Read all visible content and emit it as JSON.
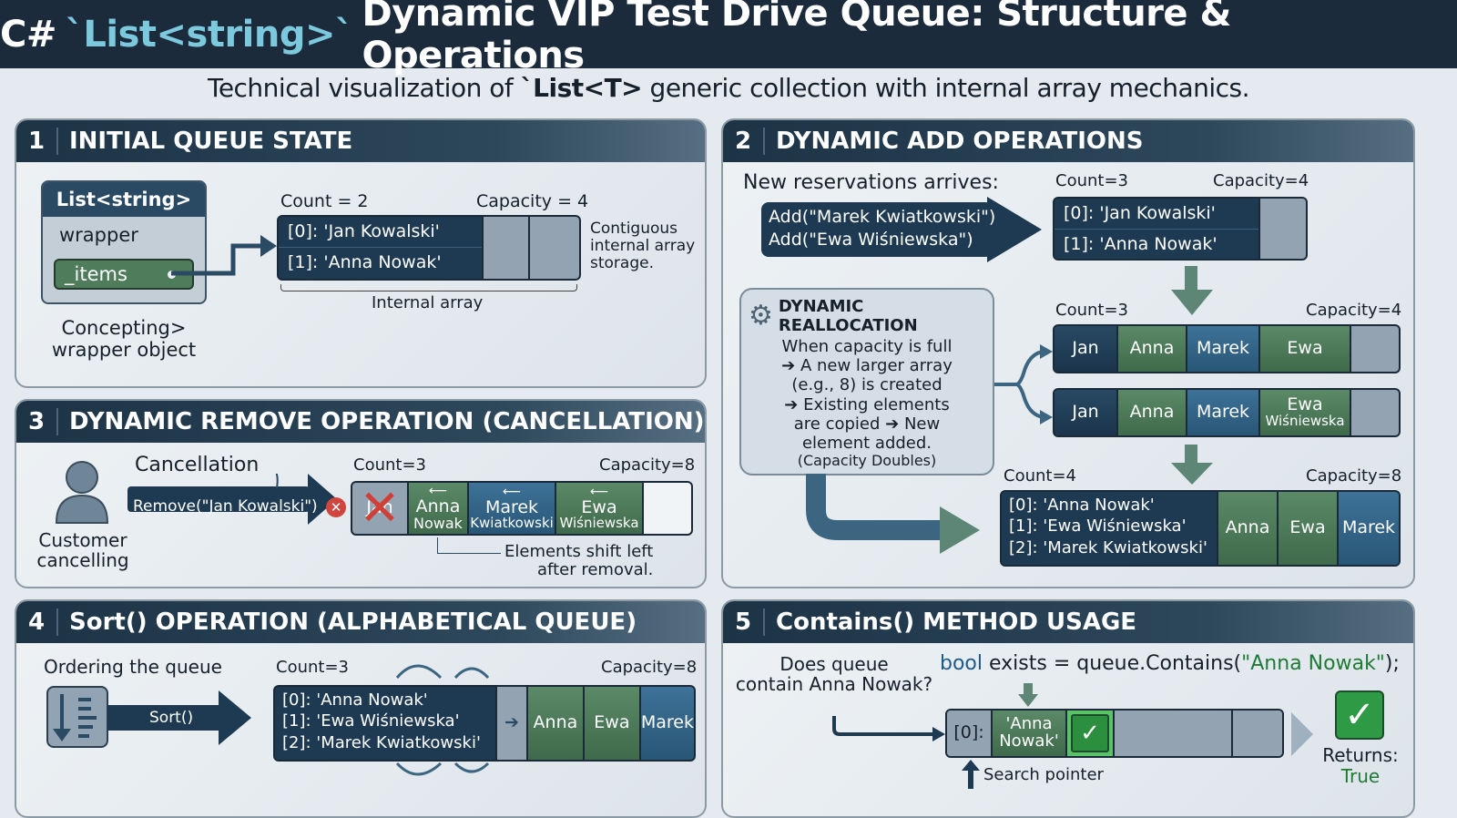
{
  "header": {
    "title_prefix": "C#",
    "title_accent": "`List<string>`",
    "title_rest": "Dynamic VIP Test Drive Queue: Structure & Operations",
    "subtitle_pre": "Technical visualization of",
    "subtitle_bold": "`List<T>",
    "subtitle_post": "generic collection with internal array mechanics."
  },
  "panel1": {
    "num": "1",
    "title": "INITIAL QUEUE STATE",
    "wrapper_title": "List<string>",
    "wrapper_label": "wrapper",
    "items_label": "_items",
    "wrapper_caption_1": "Concepting>",
    "wrapper_caption_2": "wrapper object",
    "count": "Count = 2",
    "capacity": "Capacity = 4",
    "rows": [
      "[0]:  'Jan Kowalski'",
      "[1]:  'Anna Nowak'"
    ],
    "brace_note": [
      "Contiguous",
      "internal array",
      "storage."
    ],
    "array_caption": "Internal array"
  },
  "panel2": {
    "num": "2",
    "title": "DYNAMIC ADD OPERATIONS",
    "intro": "New reservations arrives:",
    "add_calls": [
      "Add(\"Marek Kwiatkowski\")",
      "Add(\"Ewa Wiśniewska\")"
    ],
    "top_count": "Count=3",
    "top_capacity": "Capacity=4",
    "top_rows": [
      "[0]:  'Jan Kowalski'",
      "[1]:  'Anna Nowak'"
    ],
    "realloc_title": "DYNAMIC REALLOCATION",
    "realloc_lines": [
      "When capacity is full",
      "➔ A new larger array",
      "(e.g., 8) is created",
      "➔ Existing elements",
      "are copied ➔ New",
      "element added.",
      "(Capacity Doubles)"
    ],
    "mid_count": "Count=3",
    "mid_capacity": "Capacity=4",
    "row_a": [
      "Jan",
      "Anna",
      "Marek",
      "Ewa"
    ],
    "row_b": [
      "Jan",
      "Anna",
      "Marek",
      "Ewa",
      "Wiśniewska"
    ],
    "bottom_count": "Count=4",
    "bottom_capacity": "Capacity=8",
    "bottom_rows": [
      "[0]: 'Anna Nowak'",
      "[1]: 'Ewa Wiśniewska'",
      "[2]: 'Marek Kwiatkowski'"
    ],
    "bottom_cells": [
      "Anna",
      "Ewa",
      "Marek"
    ]
  },
  "panel3": {
    "num": "3",
    "title": "DYNAMIC REMOVE OPERATION (CANCELLATION)",
    "person_caption": [
      "Customer",
      "cancelling"
    ],
    "cancellation": "Cancellation",
    "remove_call": "Remove(\"Jan Kowalski\")",
    "count": "Count=3",
    "capacity": "Capacity=8",
    "cells": [
      "Jan",
      "Anna",
      "Nowak",
      "Marek",
      "Kwiatkowski",
      "Ewa",
      "Wiśniewska"
    ],
    "shift_note": [
      "Elements shift left",
      "after removal."
    ]
  },
  "panel4": {
    "num": "4",
    "title": "Sort() OPERATION (ALPHABETICAL QUEUE)",
    "intro": "Ordering the queue",
    "sort_call": "Sort()",
    "count": "Count=3",
    "capacity": "Capacity=8",
    "rows": [
      "[0]: 'Anna Nowak'",
      "[1]: 'Ewa Wiśniewska'",
      "[2]: 'Marek Kwiatkowski'"
    ],
    "cells": [
      "Anna",
      "Ewa",
      "Marek"
    ]
  },
  "panel5": {
    "num": "5",
    "title": "Contains() METHOD USAGE",
    "question": [
      "Does queue",
      "contain Anna Nowak?"
    ],
    "code_kw": "bool",
    "code_mid": " exists = queue.Contains(",
    "code_str": "\"Anna Nowak\"",
    "code_end": ");",
    "index": "[0]:",
    "cell": [
      "'Anna",
      "Nowak'"
    ],
    "pointer": "Search pointer",
    "returns": "Returns:",
    "result": "True"
  },
  "colors": {
    "header_bg": "#1b2b3b",
    "accent": "#7cc8dc",
    "green": "#4f7d5b",
    "blue": "#306184",
    "dark": "#1e3a52",
    "true_green": "#1f7a36"
  }
}
